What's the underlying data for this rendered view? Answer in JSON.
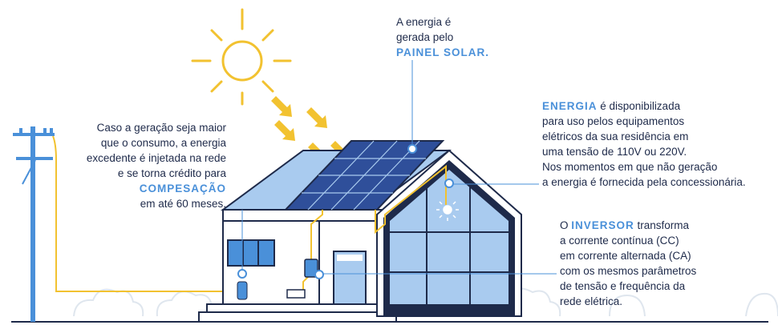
{
  "callouts": {
    "painel": {
      "lines": [
        "A energia é",
        "gerada pelo"
      ],
      "highlight": "PAINEL SOLAR."
    },
    "energia": {
      "highlight": "ENERGIA",
      "first_rest": " é disponibilizada",
      "lines": [
        "para uso pelos equipamentos",
        "elétricos da sua residência em",
        "uma tensão de 110V ou 220V.",
        "Nos momentos em que não geração",
        "a energia é fornecida pela concessionária."
      ]
    },
    "inversor": {
      "first_pre": "O ",
      "highlight": "INVERSOR",
      "first_rest": " transforma",
      "lines": [
        "a corrente contínua (CC)",
        "em corrente alternada (CA)",
        "com os mesmos parâmetros",
        "de tensão e frequência da",
        "rede elétrica."
      ]
    },
    "credito": {
      "lines": [
        "Caso a geração seja maior",
        "que o consumo, a energia",
        "excedente é injetada na rede",
        "e se torna crédito para"
      ],
      "highlight": "COMPESAÇÃO",
      "last": "em até 60 meses."
    }
  },
  "colors": {
    "navy": "#1e2a4a",
    "accent_blue": "#4a90d9",
    "light_blue": "#a9cbef",
    "panel_blue": "#2f4f9a",
    "sun_yellow": "#f2c230",
    "cloud": "#dfe6ee"
  },
  "icons": [
    "sun-icon",
    "sunlight-arrow-icon",
    "solar-panel-icon",
    "inverter-icon",
    "meter-icon",
    "utility-pole-icon",
    "light-bulb-icon",
    "cloud-icon"
  ]
}
